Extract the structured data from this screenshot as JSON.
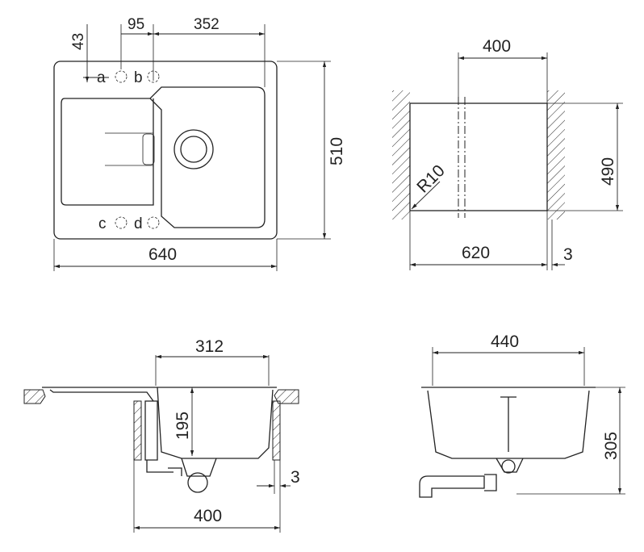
{
  "top_view": {
    "dim_width_total": "640",
    "dim_height_total": "510",
    "dim_offset_top": "43",
    "dim_hole_spacing": "95",
    "dim_bowl_width": "352",
    "hole_labels": [
      "a",
      "b",
      "c",
      "d"
    ]
  },
  "cutout_view": {
    "dim_bowl_width": "400",
    "dim_height": "490",
    "dim_width": "620",
    "dim_gap": "3",
    "radius_label": "R10"
  },
  "side_section": {
    "dim_bowl_width": "312",
    "dim_depth": "195",
    "dim_cabinet": "400",
    "dim_gap": "3"
  },
  "front_section": {
    "dim_width": "440",
    "dim_height": "305"
  }
}
